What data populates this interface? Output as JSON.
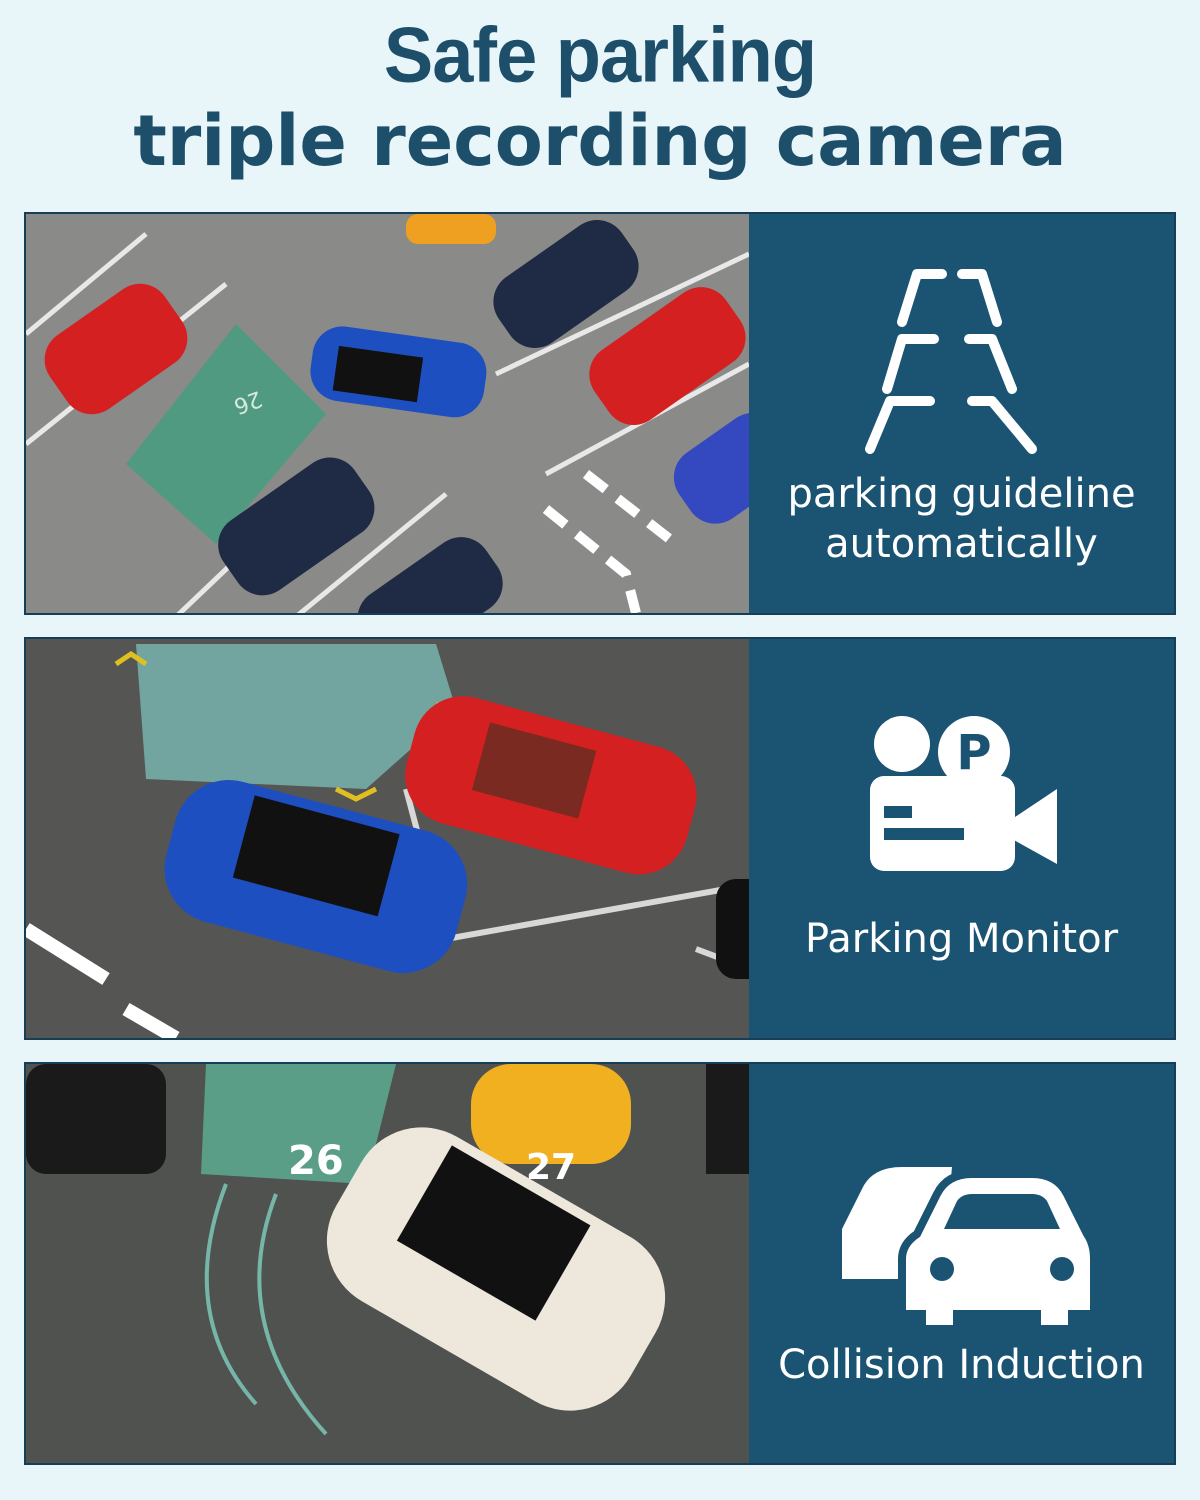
{
  "header": {
    "title_line1": "Safe parking",
    "title_line2": "triple recording camera"
  },
  "colors": {
    "background": "#e8f5f9",
    "title": "#1d4f6b",
    "panel": "#1b5473"
  },
  "features": [
    {
      "icon": "parking-guideline-icon",
      "caption_line1": "parking guideline",
      "caption_line2": "automatically",
      "photo_label": "26"
    },
    {
      "icon": "parking-monitor-camera-icon",
      "caption_line1": "Parking Monitor",
      "icon_letter": "P"
    },
    {
      "icon": "collision-cars-icon",
      "caption_line1": "Collision Induction",
      "photo_label": "26",
      "photo_label2": "27"
    }
  ]
}
